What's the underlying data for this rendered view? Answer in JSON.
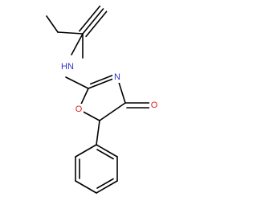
{
  "molecule": {
    "atoms": {
      "nh": "HN",
      "n": "N",
      "o_ring": "O",
      "o_carbonyl": "O"
    },
    "colors": {
      "bond": "#000000",
      "nitrogen": "#2f33c7",
      "oxygen": "#e02020"
    }
  }
}
